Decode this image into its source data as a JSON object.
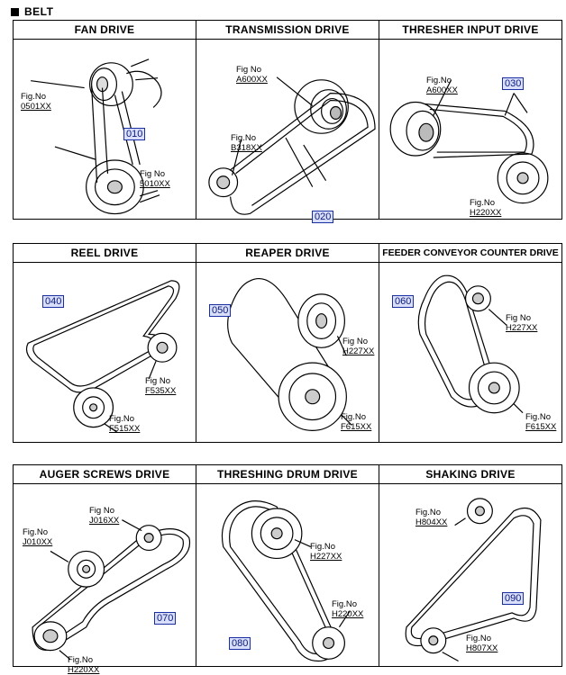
{
  "section": {
    "title": "BELT"
  },
  "rows": [
    {
      "cells": [
        {
          "title": "FAN DRIVE",
          "callouts": [
            "010"
          ],
          "labels": [
            {
              "fig": "Fig.No",
              "code": "0501XX"
            },
            {
              "fig": "Fig No",
              "code": "5010XX"
            }
          ]
        },
        {
          "title": "TRANSMISSION DRIVE",
          "callouts": [
            "020"
          ],
          "labels": [
            {
              "fig": "Fig No",
              "code": "A600XX"
            },
            {
              "fig": "Fig.No",
              "code": "B318XX"
            }
          ]
        },
        {
          "title": "THRESHER INPUT DRIVE",
          "callouts": [
            "030"
          ],
          "labels": [
            {
              "fig": "Fig.No",
              "code": "A600XX"
            },
            {
              "fig": "Fig.No",
              "code": "H220XX"
            }
          ]
        }
      ]
    },
    {
      "cells": [
        {
          "title": "REEL DRIVE",
          "callouts": [
            "040"
          ],
          "labels": [
            {
              "fig": "Fig No",
              "code": "F535XX"
            },
            {
              "fig": "Fig.No",
              "code": "F515XX"
            }
          ]
        },
        {
          "title": "REAPER DRIVE",
          "callouts": [
            "050"
          ],
          "labels": [
            {
              "fig": "Fig No",
              "code": "H227XX"
            },
            {
              "fig": "Fig.No",
              "code": "F615XX"
            }
          ]
        },
        {
          "title": "FEEDER CONVEYOR COUNTER DRIVE",
          "callouts": [
            "060"
          ],
          "labels": [
            {
              "fig": "Fig No",
              "code": "H227XX"
            },
            {
              "fig": "Fig.No",
              "code": "F615XX"
            }
          ]
        }
      ]
    },
    {
      "cells": [
        {
          "title": "AUGER SCREWS DRIVE",
          "callouts": [
            "070"
          ],
          "labels": [
            {
              "fig": "Fig No",
              "code": "J016XX"
            },
            {
              "fig": "Fig.No",
              "code": "J010XX"
            },
            {
              "fig": "Fig.No",
              "code": "H220XX"
            }
          ]
        },
        {
          "title": "THRESHING DRUM DRIVE",
          "callouts": [
            "080"
          ],
          "labels": [
            {
              "fig": "Fig.No",
              "code": "H227XX"
            },
            {
              "fig": "Fig.No",
              "code": "H220XX"
            }
          ]
        },
        {
          "title": "SHAKING DRIVE",
          "callouts": [
            "090"
          ],
          "labels": [
            {
              "fig": "Fig.No",
              "code": "H804XX"
            },
            {
              "fig": "Fig.No",
              "code": "H807XX"
            }
          ]
        }
      ]
    }
  ]
}
